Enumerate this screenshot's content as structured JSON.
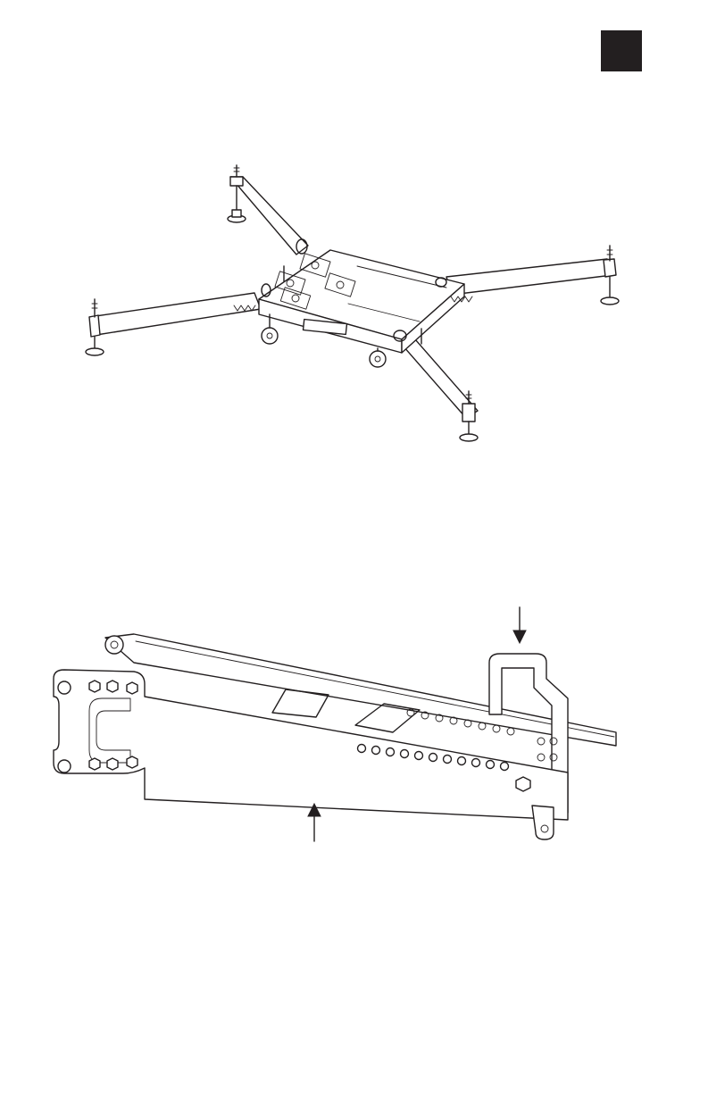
{
  "page": {
    "section_tab_color": "#231f20",
    "line_color": "#231f20",
    "background_color": "#ffffff"
  },
  "figures": [
    {
      "name": "ground-stand-illustration",
      "arrows": 0
    },
    {
      "name": "bracket-illustration",
      "arrows": 2
    }
  ]
}
